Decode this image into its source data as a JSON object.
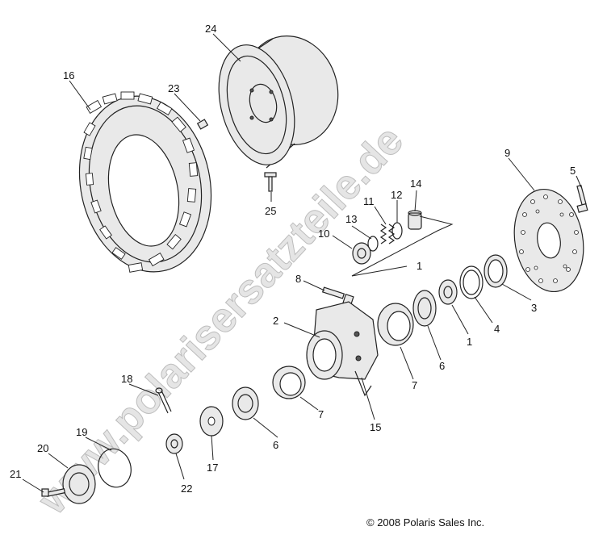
{
  "watermark": "www.polarisersatzteile.de",
  "copyright": "© 2008 Polaris Sales Inc.",
  "callouts": {
    "c1a": "1",
    "c1b": "1",
    "c2": "2",
    "c3": "3",
    "c4": "4",
    "c5": "5",
    "c6a": "6",
    "c6b": "6",
    "c7a": "7",
    "c7b": "7",
    "c8": "8",
    "c9": "9",
    "c10": "10",
    "c11": "11",
    "c12": "12",
    "c13": "13",
    "c14": "14",
    "c15": "15",
    "c16": "16",
    "c17": "17",
    "c18": "18",
    "c19": "19",
    "c20": "20",
    "c21": "21",
    "c22": "22",
    "c23": "23",
    "c24": "24",
    "c25": "25"
  }
}
